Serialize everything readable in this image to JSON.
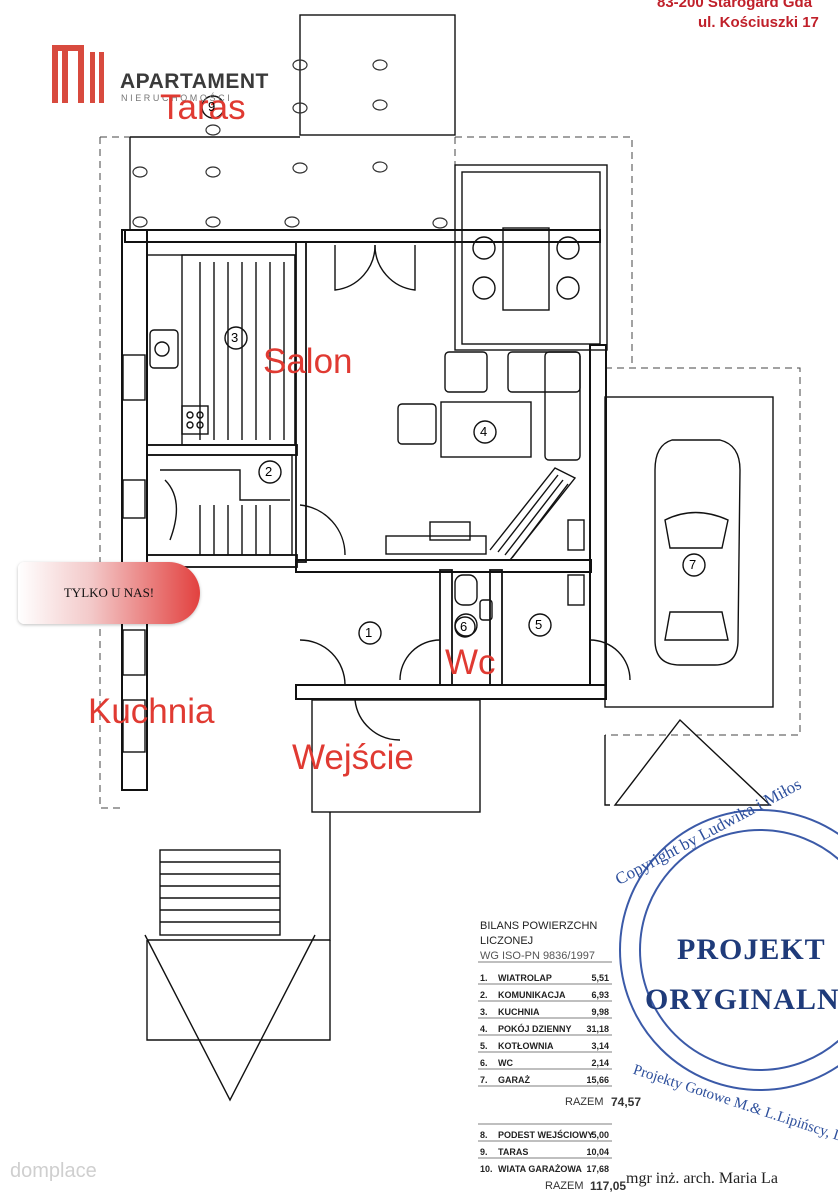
{
  "header": {
    "line1": "83-200 Starogard Gda",
    "line2": "ul. Kościuszki 17"
  },
  "logo": {
    "name": "APARTAMENT",
    "subtitle": "NIERUCHOMOŚCI"
  },
  "badge": "TYLKO U NAS!",
  "room_labels": {
    "taras": "Taras",
    "salon": "Salon",
    "kuchnia": "Kuchnia",
    "wc": "Wc",
    "wejscie": "Wejście"
  },
  "room_numbers": [
    "1",
    "2",
    "3",
    "4",
    "5",
    "6",
    "7",
    "9"
  ],
  "table": {
    "title_line1": "BILANS POWIERZCHN",
    "title_line2": "LICZONEJ",
    "title_line3": "WG ISO-PN 9836/1997",
    "rows": [
      {
        "num": "1.",
        "name": "WIATROLAP",
        "area": "5,51"
      },
      {
        "num": "2.",
        "name": "KOMUNIKACJA",
        "area": "6,93"
      },
      {
        "num": "3.",
        "name": "KUCHNIA",
        "area": "9,98"
      },
      {
        "num": "4.",
        "name": "POKÓJ DZIENNY",
        "area": "31,18"
      },
      {
        "num": "5.",
        "name": "KOTŁOWNIA",
        "area": "3,14"
      },
      {
        "num": "6.",
        "name": "WC",
        "area": "2,14"
      },
      {
        "num": "7.",
        "name": "GARAŻ",
        "area": "15,66"
      }
    ],
    "razem1_label": "RAZEM",
    "razem1_value": "74,57",
    "rows2": [
      {
        "num": "8.",
        "name": "PODEST WEJŚCIOWY",
        "area": "5,00"
      },
      {
        "num": "9.",
        "name": "TARAS",
        "area": "10,04"
      },
      {
        "num": "10.",
        "name": "WIATA GARAŻOWA",
        "area": "17,68"
      }
    ],
    "razem2_label": "RAZEM",
    "razem2_value": "117,05"
  },
  "stamp": {
    "line1": "PROJEKT",
    "line2": "ORYGINALN",
    "ring_top": "Copyright by Ludwika i Miłos",
    "ring_bottom": "Projekty Gotowe M.& L.Lipińscy, L"
  },
  "author": "mgr inż. arch. Maria La",
  "watermark": "domplace",
  "colors": {
    "accent_red": "#e03a32",
    "stamp_blue": "#1f3b7a",
    "line": "#111111"
  }
}
